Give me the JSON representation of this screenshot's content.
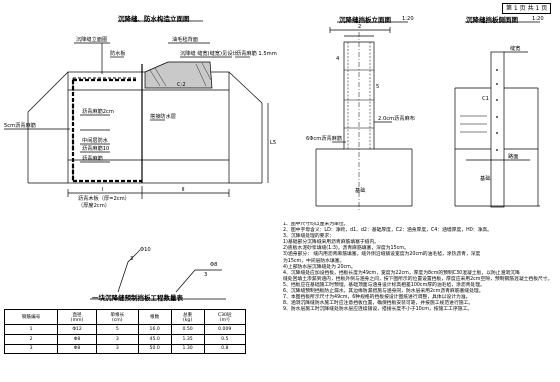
{
  "page": {
    "label_a": "第 1 页",
    "label_b": "共 1 页"
  },
  "titles": {
    "elevation": "沉降缝、防水构造立面图",
    "plate_elevation": "沉降缝挡板立面图",
    "plate_scale": "1:20",
    "plate_side": "沉降缝挡板侧面图",
    "plate_side_scale": "1:20",
    "table": "一块沉降缝预制挡板工程数量表"
  },
  "elevation_labels": [
    "沉降缝立面图",
    "油毛毡背面",
    "防水板",
    "沉降缝  缝宽(缝宽)见设计",
    "5cm沥青麻筋",
    "沥青麻筋2cm",
    "中间层防水",
    "沥青麻筋10",
    "沥青麻筋",
    "沥青木板（厚=2cm）",
    "（厚度2cm）",
    "C:2",
    "L5",
    "沥青麻筋 1.5mm",
    "搭接防水层",
    "Ⅰ",
    "Ⅱ"
  ],
  "plate_labels": [
    "2.0cm沥青麻布",
    "6Φcm沥青麻筋",
    "基础",
    "4",
    "5",
    "2"
  ],
  "side_labels": [
    "缝宽",
    "C1",
    "路面",
    "基础"
  ],
  "rebar": {
    "a_label": "Φ10",
    "a_dim": "3",
    "b_label": "Φ8",
    "b_dim": "3"
  },
  "table": {
    "headers": [
      "钢筋编号",
      "直径\n(mm)",
      "单根长\n(cm)",
      "根数",
      "总重\n(kg)",
      "C30砼\n(m³)"
    ],
    "rows": [
      [
        "1",
        "Φ12",
        "5",
        "16.0",
        "0.50",
        "0.009"
      ],
      [
        "2",
        "Φ8",
        "3",
        "45.0",
        "1.35",
        "0.5"
      ],
      [
        "3",
        "Φ8",
        "3",
        "50.0",
        "1.30",
        "0.8"
      ]
    ]
  },
  "notes": [
    "1、图中尺寸均以厘米为单位。",
    "2、图中字母含义：LD：净跨，d1、d2：基础厚度，C2：涵身厚度，C4：涵墙厚度，H0：净高。",
    "3、沉降缝处理的要求：",
    "   1)基础部分沉降缝采用沥青麻筋填塞于缝内。",
    "   2)底板水泥砂浆填缝(1:3)，沥青麻筋填塞，深度为15cm。",
    "   3)涵身部分：   缝内用沥青麻筋填塞，缝外侧沿缝铺设宽度为20cm的油毛毡，涂热沥青，深度",
    "      为15cm，中间层防水填塞。",
    "   4)上部防水层沉降缝处为 20cm。",
    "4、沉降缝处应加设挡板，挡板长度为49cm，宽度为22cm，厚度为8cm的预制C30混凝土板，以防止涵洞沉降",
    "   缝处回填土渗漏到涵内，挡板外侧与涵身之间，按下图所示的位置设置挡板，厚度应采用2cm空隙，预制钢筋混凝土挡板尺寸。",
    "5、挡板应在基础施工时预埋，基础顶面与涵身设计标高相差100cm厚的油毛毡，涂沥青处理。",
    "6、沉降缝预制挡板防止漏水，其边缘防漏措施与涵身同，防水层采用2cm沥青麻筋塞缝处理。",
    "7、本图挡板所示尺寸为49cm，6种规格的挡板按设计图纸进行调整，具体以设计为准。",
    "8、涵洞沉降缝防水施工时应注意挡板位置，确保挡板安装可靠，并按施工规范进行施工。",
    "9、防水层施工时沉降缝处防水层应连续铺设，搭接长度不小于10cm，按施工工序施工。"
  ]
}
